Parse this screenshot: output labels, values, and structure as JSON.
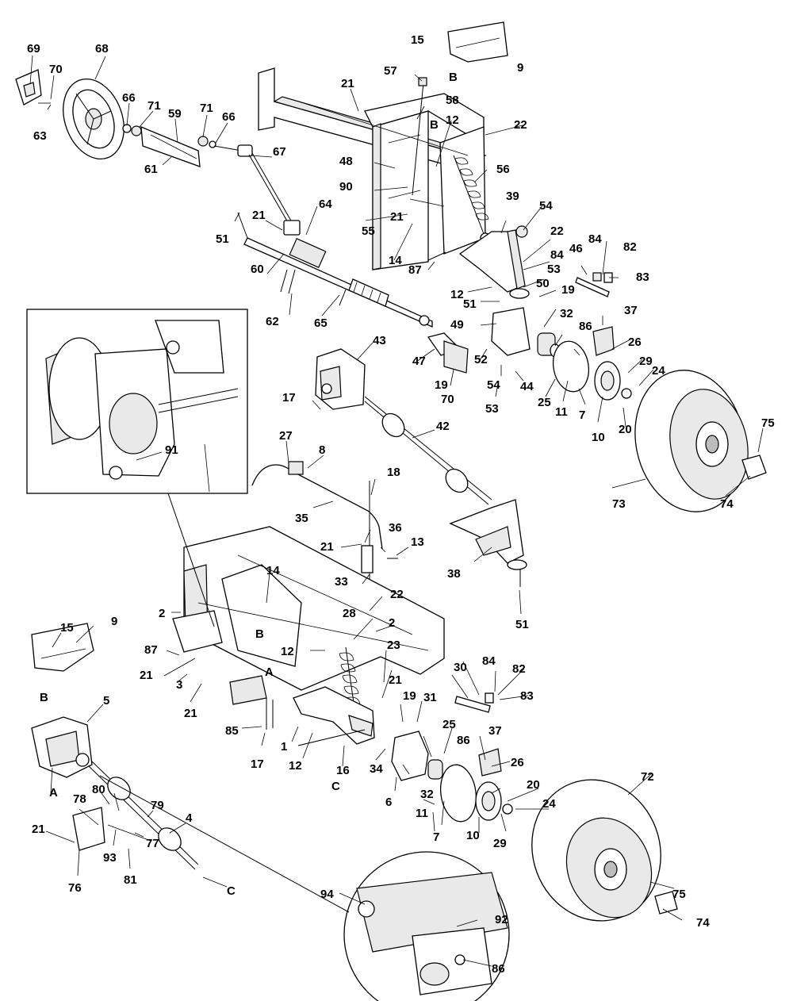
{
  "callouts": [
    "1",
    "2",
    "3",
    "4",
    "5",
    "6",
    "7",
    "8",
    "9",
    "10",
    "11",
    "12",
    "13",
    "14",
    "15",
    "16",
    "17",
    "18",
    "19",
    "20",
    "21",
    "22",
    "23",
    "24",
    "25",
    "26",
    "27",
    "28",
    "29",
    "30",
    "31",
    "32",
    "33",
    "34",
    "35",
    "36",
    "37",
    "38",
    "39",
    "42",
    "43",
    "44",
    "46",
    "47",
    "48",
    "49",
    "50",
    "51",
    "52",
    "53",
    "54",
    "55",
    "56",
    "57",
    "58",
    "59",
    "60",
    "61",
    "62",
    "63",
    "64",
    "65",
    "66",
    "67",
    "68",
    "69",
    "70",
    "71",
    "72",
    "73",
    "74",
    "75",
    "76",
    "77",
    "78",
    "79",
    "80",
    "81",
    "82",
    "83",
    "84",
    "85",
    "86",
    "87",
    "90",
    "91",
    "92",
    "93",
    "94"
  ],
  "letters": [
    "A",
    "B",
    "C"
  ]
}
